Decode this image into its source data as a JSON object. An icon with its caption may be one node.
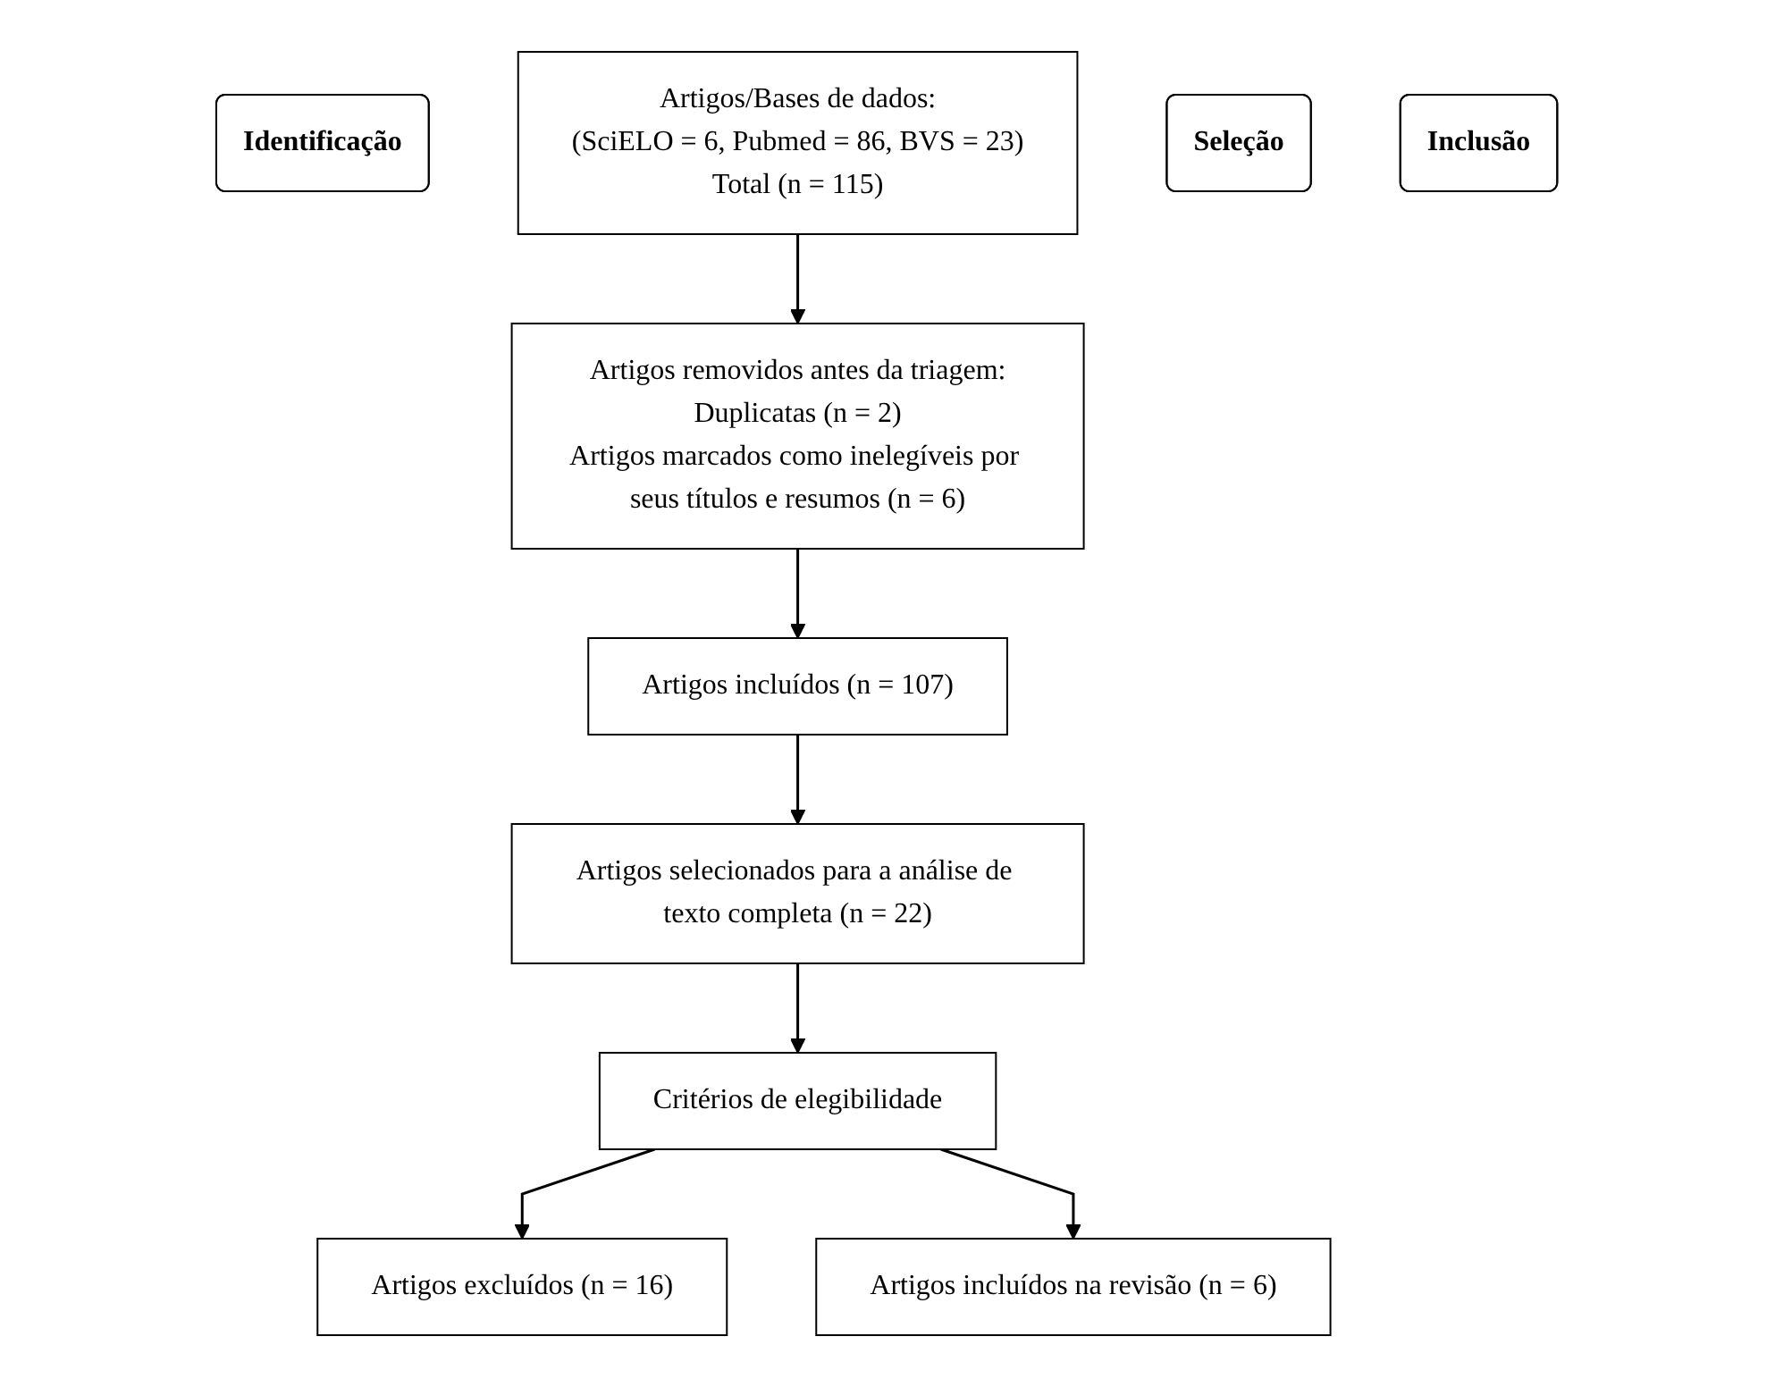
{
  "diagram": {
    "nodes": [
      {
        "text": [
          "Identificação"
        ]
      },
      {
        "text": [
          "Artigos/Bases de dados:",
          "(SciELO = 6, Pubmed = 86, BVS = 23)",
          "Total (n = 115)"
        ]
      },
      {
        "text": [
          "Artigos removidos antes da triagem:",
          "Duplicatas (n = 2)",
          "Artigos marcados como inelegíveis por seus títulos e resumos (n = 6)"
        ]
      },
      {
        "text": [
          "Seleção"
        ]
      },
      {
        "text": [
          "Artigos selecionados para a análise de texto completa (n = 22)"
        ]
      },
      {
        "text": [
          "Artigos incluídos (n = 107)"
        ]
      },
      {
        "text": [
          "Critérios de elegibilidade"
        ]
      },
      {
        "text": [
          "Artigos excluídos (n = 16)"
        ]
      },
      {
        "text": [
          "Inclusão"
        ]
      },
      {
        "text": [
          "Artigos incluídos na revisão (n = 6)"
        ]
      }
    ],
    "edges": [
      {
        "from": 1,
        "to": 2,
        "arrow": "to"
      },
      {
        "from": 2,
        "to": 5,
        "arrow": "to"
      },
      {
        "from": 5,
        "to": 4,
        "arrow": "to"
      },
      {
        "from": 4,
        "to": 6,
        "arrow": "to"
      },
      {
        "from": 6,
        "to": 7,
        "arrow": "to"
      },
      {
        "from": 6,
        "to": 9,
        "arrow": "to"
      }
    ]
  }
}
